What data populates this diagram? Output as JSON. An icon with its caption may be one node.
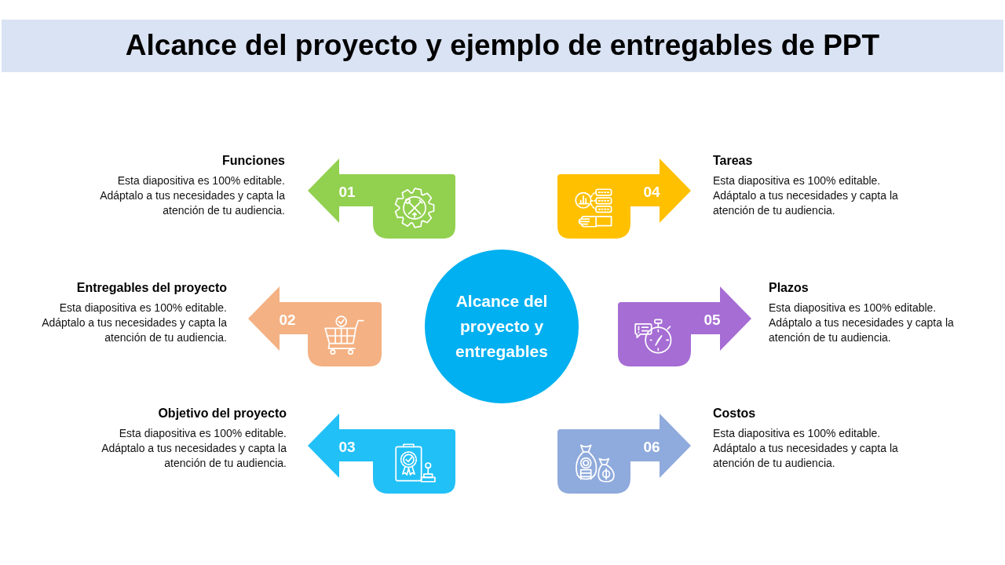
{
  "diagram": {
    "title": "Alcance del proyecto y ejemplo de entregables de PPT",
    "nodes": [
      {
        "text": [
          "01"
        ],
        "beside": [
          "Funciones",
          "Esta diapositiva es 100% editable. Adáptalo a tus necesidades y capta la atención de tu audiencia."
        ]
      },
      {
        "text": [
          "04"
        ],
        "beside": [
          "Tareas",
          "Esta diapositiva es 100% editable. Adáptalo a tus necesidades y capta la atención de tu audiencia."
        ]
      },
      {
        "text": [
          "02"
        ],
        "beside": [
          "Entregables del proyecto",
          "Esta diapositiva es 100% editable. Adáptalo a tus necesidades y capta la atención de tu audiencia."
        ]
      },
      {
        "text": [
          "Alcance del proyecto y entregables"
        ]
      },
      {
        "text": [
          "05"
        ],
        "beside": [
          "Plazos",
          "Esta diapositiva es 100% editable. Adáptalo a tus necesidades y capta la atención de tu audiencia."
        ]
      },
      {
        "text": [
          "03"
        ],
        "beside": [
          "Objetivo del proyecto",
          "Esta diapositiva es 100% editable. Adáptalo a tus necesidades y capta la atención de tu audiencia."
        ]
      },
      {
        "text": [
          "06"
        ],
        "beside": [
          "Costos",
          "Esta diapositiva es 100% editable. Adáptalo a tus necesidades y capta la atención de tu audiencia."
        ]
      }
    ]
  }
}
